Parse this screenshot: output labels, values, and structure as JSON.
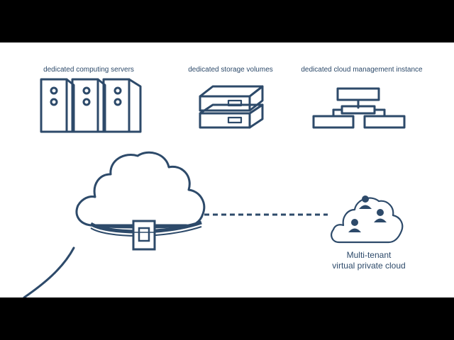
{
  "diagram": {
    "caption_servers": "dedicated computing servers",
    "caption_storage": "dedicated storage volumes",
    "caption_management": "dedicated cloud management instance",
    "vpc_label_line1": "Multi-tenant",
    "vpc_label_line2": "virtual private cloud"
  },
  "colors": {
    "ink": "#2d4a6a",
    "background": "#ffffff",
    "letterbox": "#000000"
  },
  "icons": [
    "server-rack-icon",
    "storage-volume-icon",
    "org-chart-icon",
    "cloud-lock-icon",
    "multi-tenant-cloud-icon"
  ]
}
